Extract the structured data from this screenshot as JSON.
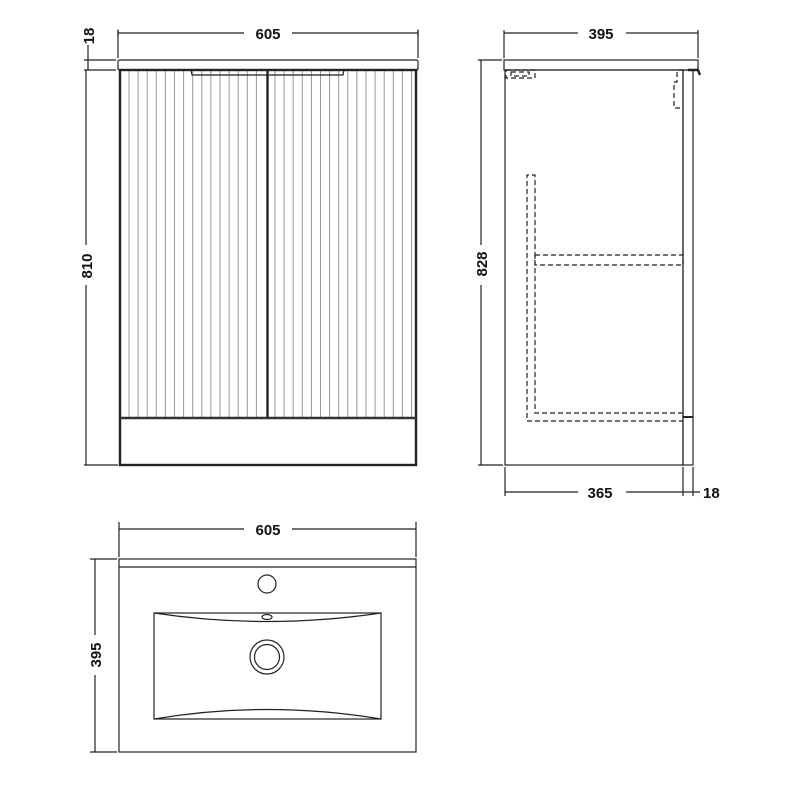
{
  "front_view": {
    "width_label": "605",
    "top_thickness_label": "18",
    "height_label": "810"
  },
  "side_view": {
    "depth_label": "395",
    "height_label": "828",
    "body_depth_label": "365",
    "door_thickness_label": "18"
  },
  "top_view": {
    "width_label": "605",
    "depth_label": "395"
  },
  "colors": {
    "line": "#222222",
    "flute": "#999999",
    "background": "#ffffff"
  }
}
